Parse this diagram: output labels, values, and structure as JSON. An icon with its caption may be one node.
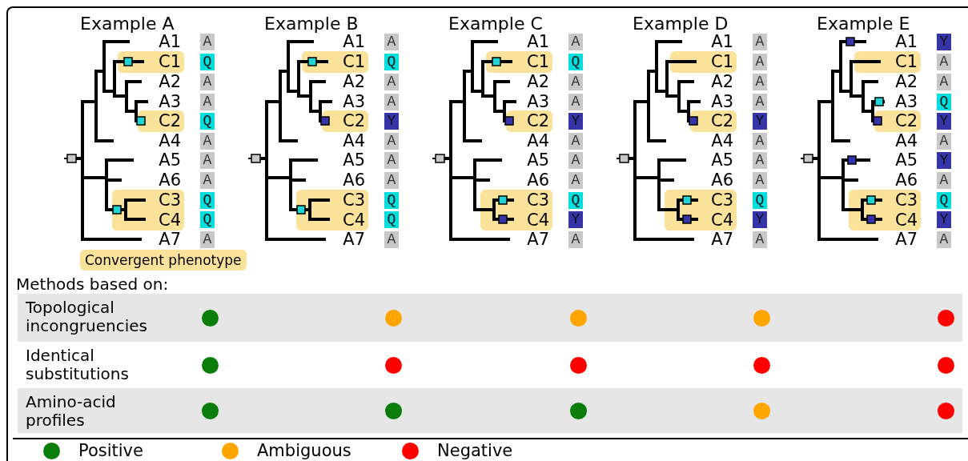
{
  "diagram": {
    "nodes": [
      {
        "text": [
          "C1"
        ]
      },
      {
        "text": [
          "C2"
        ]
      },
      {
        "text": [
          "C3",
          "C4"
        ]
      },
      {
        "text": [
          "A"
        ]
      },
      {
        "text": [
          "Q"
        ]
      },
      {
        "text": [
          "A"
        ]
      },
      {
        "text": [
          "A"
        ]
      },
      {
        "text": [
          "Q"
        ]
      },
      {
        "text": [
          "A"
        ]
      },
      {
        "text": [
          "A"
        ]
      },
      {
        "text": [
          "A"
        ]
      },
      {
        "text": [
          "Q"
        ]
      },
      {
        "text": [
          "Q"
        ]
      },
      {
        "text": [
          "A"
        ]
      },
      {
        "text": [
          "C1"
        ]
      },
      {
        "text": [
          "C2"
        ]
      },
      {
        "text": [
          "C3",
          "C4"
        ]
      },
      {
        "text": [
          "A"
        ]
      },
      {
        "text": [
          "Q"
        ]
      },
      {
        "text": [
          "A"
        ]
      },
      {
        "text": [
          "A"
        ]
      },
      {
        "text": [
          "Y"
        ]
      },
      {
        "text": [
          "A"
        ]
      },
      {
        "text": [
          "A"
        ]
      },
      {
        "text": [
          "A"
        ]
      },
      {
        "text": [
          "Q"
        ]
      },
      {
        "text": [
          "Q"
        ]
      },
      {
        "text": [
          "A"
        ]
      },
      {
        "text": [
          "C1"
        ]
      },
      {
        "text": [
          "C2"
        ]
      },
      {
        "text": [
          "C3",
          "C4"
        ]
      },
      {
        "text": [
          "A"
        ]
      },
      {
        "text": [
          "Q"
        ]
      },
      {
        "text": [
          "A"
        ]
      },
      {
        "text": [
          "A"
        ]
      },
      {
        "text": [
          "Y"
        ]
      },
      {
        "text": [
          "A"
        ]
      },
      {
        "text": [
          "A"
        ]
      },
      {
        "text": [
          "A"
        ]
      },
      {
        "text": [
          "Q"
        ]
      },
      {
        "text": [
          "Y"
        ]
      },
      {
        "text": [
          "A"
        ]
      },
      {
        "text": [
          "C1"
        ]
      },
      {
        "text": [
          "C2"
        ]
      },
      {
        "text": [
          "C3",
          "C4"
        ]
      },
      {
        "text": [
          "A"
        ]
      },
      {
        "text": [
          "A"
        ]
      },
      {
        "text": [
          "A"
        ]
      },
      {
        "text": [
          "A"
        ]
      },
      {
        "text": [
          "Y"
        ]
      },
      {
        "text": [
          "A"
        ]
      },
      {
        "text": [
          "A"
        ]
      },
      {
        "text": [
          "A"
        ]
      },
      {
        "text": [
          "Q"
        ]
      },
      {
        "text": [
          "Y"
        ]
      },
      {
        "text": [
          "A"
        ]
      },
      {
        "text": [
          "C1"
        ]
      },
      {
        "text": [
          "C2"
        ]
      },
      {
        "text": [
          "C3",
          "C4"
        ]
      },
      {
        "text": [
          "Y"
        ]
      },
      {
        "text": [
          "A"
        ]
      },
      {
        "text": [
          "A"
        ]
      },
      {
        "text": [
          "Q"
        ]
      },
      {
        "text": [
          "Y"
        ]
      },
      {
        "text": [
          "A"
        ]
      },
      {
        "text": [
          "Y"
        ]
      },
      {
        "text": [
          "A"
        ]
      },
      {
        "text": [
          "Q"
        ]
      },
      {
        "text": [
          "Y"
        ]
      },
      {
        "text": [
          "A"
        ]
      },
      {
        "text": [
          "Convergent phenotype"
        ]
      },
      {
        "text": [
          "Topological incongruencies"
        ]
      },
      {
        "text": [
          "Identical substitutions"
        ]
      },
      {
        "text": [
          "Amino-acid profiles"
        ]
      },
      {
        "text": [],
        "shape": "circle",
        "in": 71
      },
      {
        "text": [],
        "shape": "circle",
        "in": 71
      },
      {
        "text": [],
        "shape": "circle",
        "in": 71
      },
      {
        "text": [],
        "shape": "circle",
        "in": 71
      },
      {
        "text": [],
        "shape": "circle",
        "in": 71
      },
      {
        "text": [],
        "shape": "circle",
        "in": 72
      },
      {
        "text": [],
        "shape": "circle",
        "in": 72
      },
      {
        "text": [],
        "shape": "circle",
        "in": 72
      },
      {
        "text": [],
        "shape": "circle",
        "in": 72
      },
      {
        "text": [],
        "shape": "circle",
        "in": 72
      },
      {
        "text": [],
        "shape": "circle",
        "in": 73
      },
      {
        "text": [],
        "shape": "circle",
        "in": 73
      },
      {
        "text": [],
        "shape": "circle",
        "in": 73
      },
      {
        "text": [],
        "shape": "circle",
        "in": 73
      },
      {
        "text": [],
        "shape": "circle",
        "in": 73
      }
    ],
    "labels": [
      "Example A",
      "A1",
      "A2",
      "A3",
      "A4",
      "A5",
      "A6",
      "A7",
      "Example B",
      "A1",
      "A2",
      "A3",
      "A4",
      "A5",
      "A6",
      "A7",
      "Example C",
      "A1",
      "A2",
      "A3",
      "A4",
      "A5",
      "A6",
      "A7",
      "Example D",
      "A1",
      "A2",
      "A3",
      "A4",
      "A5",
      "A6",
      "A7",
      "Example E",
      "A1",
      "A2",
      "A3",
      "A4",
      "A5",
      "A6",
      "A7",
      "Methods based on:"
    ],
    "legend": [
      {
        "text": "Positive",
        "color": "#0a7d0a"
      },
      {
        "text": "Ambiguous",
        "color": "#ffa500"
      },
      {
        "text": "Negative",
        "color": "#ff0000"
      }
    ]
  }
}
